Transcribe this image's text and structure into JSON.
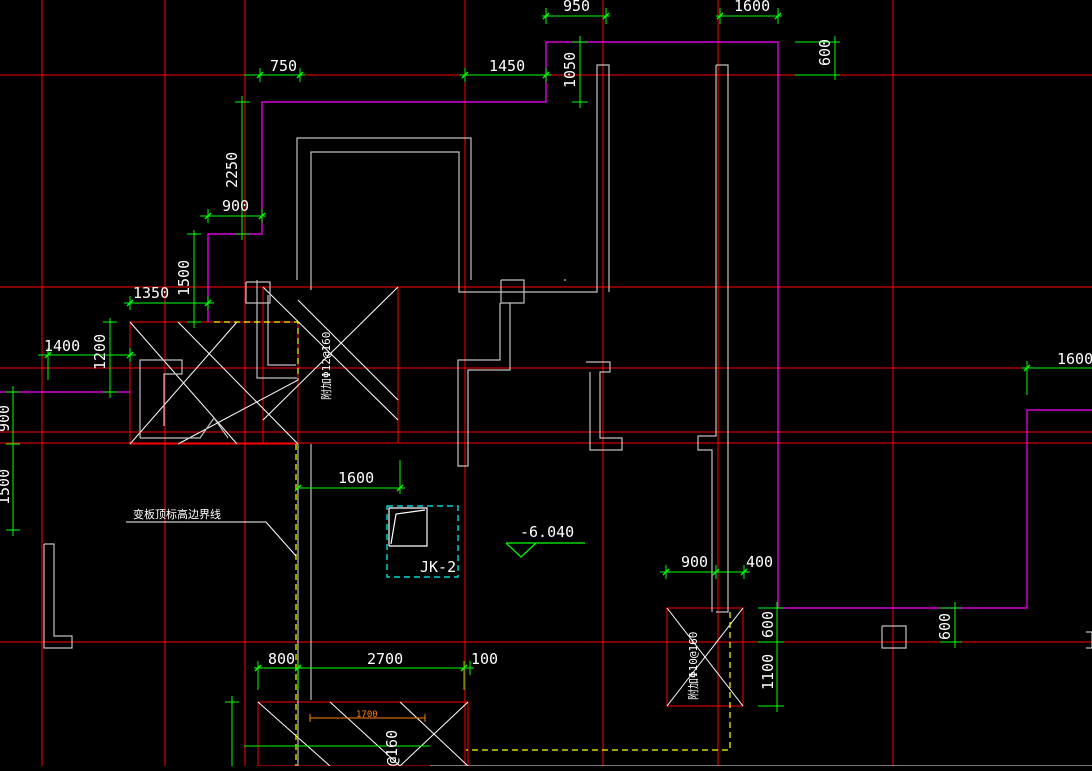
{
  "colors": {
    "background": "#000000",
    "axis": "#ff0000",
    "wall": "#c0c0c0",
    "slab_boundary": "#ff00ff",
    "dimension": "#00ff00",
    "boundary_dashed": "#ffff00",
    "pit": "#00ffff",
    "text": "#ffffff",
    "annotation": "#ff8000"
  },
  "dimensions": {
    "d950": "950",
    "d1600_top": "1600",
    "d600_top": "600",
    "d750": "750",
    "d1450": "1450",
    "d1050": "1050",
    "d2250": "2250",
    "d900_left": "900",
    "d1500": "1500",
    "d1350": "1350",
    "d1400": "1400",
    "d1200": "1200",
    "d900_edge": "900",
    "d1500_edge": "1500",
    "d1600_right": "1600",
    "d1600_mid": "1600",
    "d900_lower": "900",
    "d400": "400",
    "d600_lower": "600",
    "d1100": "1100",
    "d600_right": "600",
    "d800": "800",
    "d2700": "2700",
    "d100": "100",
    "d1700": "1700",
    "d160_bottom": "@160"
  },
  "labels": {
    "boundary_note": "变板顶标高边界线",
    "rebar_left": "附加Φ12@160",
    "rebar_right": "附加Φ10@160",
    "pit_tag": "JK-2",
    "elevation": "-6.040"
  }
}
